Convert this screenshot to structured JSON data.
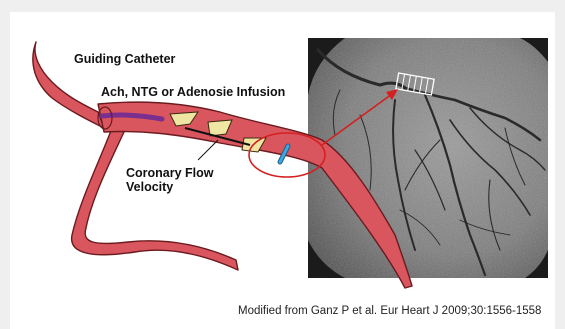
{
  "labels": {
    "guiding_catheter": "Guiding Catheter",
    "infusion": "Ach, NTG or Adenosie Infusion",
    "flow_line1": "Coronary Flow",
    "flow_line2": "Velocity"
  },
  "citation": "Modified from Ganz P et al. Eur Heart J 2009;30:1556-1558",
  "colors": {
    "vessel_fill": "#d9565e",
    "vessel_outline": "#6b1a1f",
    "infusion_catheter": "#7a2f8e",
    "plaque": "#efe6a4",
    "flow_probe": "#3fa7de",
    "highlight_ellipse": "#d42020",
    "angiogram_background": "#7b7b7b"
  },
  "icons": {
    "flow_probe": "doppler-probe-icon",
    "stent": "stent-icon"
  }
}
